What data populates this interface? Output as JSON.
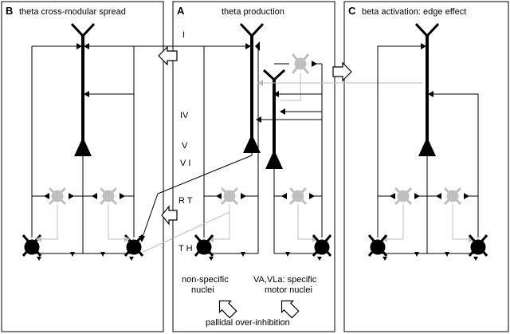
{
  "panels": {
    "b": {
      "letter": "B",
      "title": "theta cross-modular spread"
    },
    "a": {
      "letter": "A",
      "title": "theta production"
    },
    "c": {
      "letter": "C",
      "title": "beta activation: edge effect"
    }
  },
  "layers": {
    "l1": "I",
    "l4": "IV",
    "l5": "V",
    "l6": "V I",
    "rt": "R T",
    "th": "T H"
  },
  "nuclei": {
    "nonspecific_line1": "non-specific",
    "nonspecific_line2": "nuclei",
    "specific_line1": "VA,VLa: specific",
    "specific_line2": "motor nuclei"
  },
  "pallidal_label": "pallidal over-inhibition",
  "colors": {
    "active": "#000000",
    "inactive": "#bfbfbf",
    "frame": "#000000"
  }
}
